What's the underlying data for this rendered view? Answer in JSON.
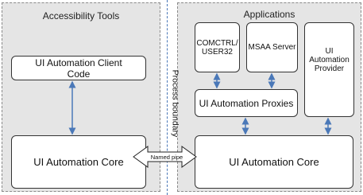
{
  "left_panel": {
    "title": "Accessibility Tools",
    "client_code": "UI Automation Client Code",
    "core": "UI Automation Core"
  },
  "boundary": {
    "label": "Process boundary"
  },
  "pipe": {
    "label": "Named pipe"
  },
  "right_panel": {
    "title": "Applications",
    "comctrl": "COMCTRL/ USER32",
    "msaa": "MSAA Server",
    "provider": "UI Automation Provider",
    "proxies": "UI Automation Proxies",
    "core": "UI Automation Core"
  },
  "colors": {
    "arrow": "#4a78b8",
    "panel": "#e5e5e5",
    "boundary": "#4a78b8"
  }
}
